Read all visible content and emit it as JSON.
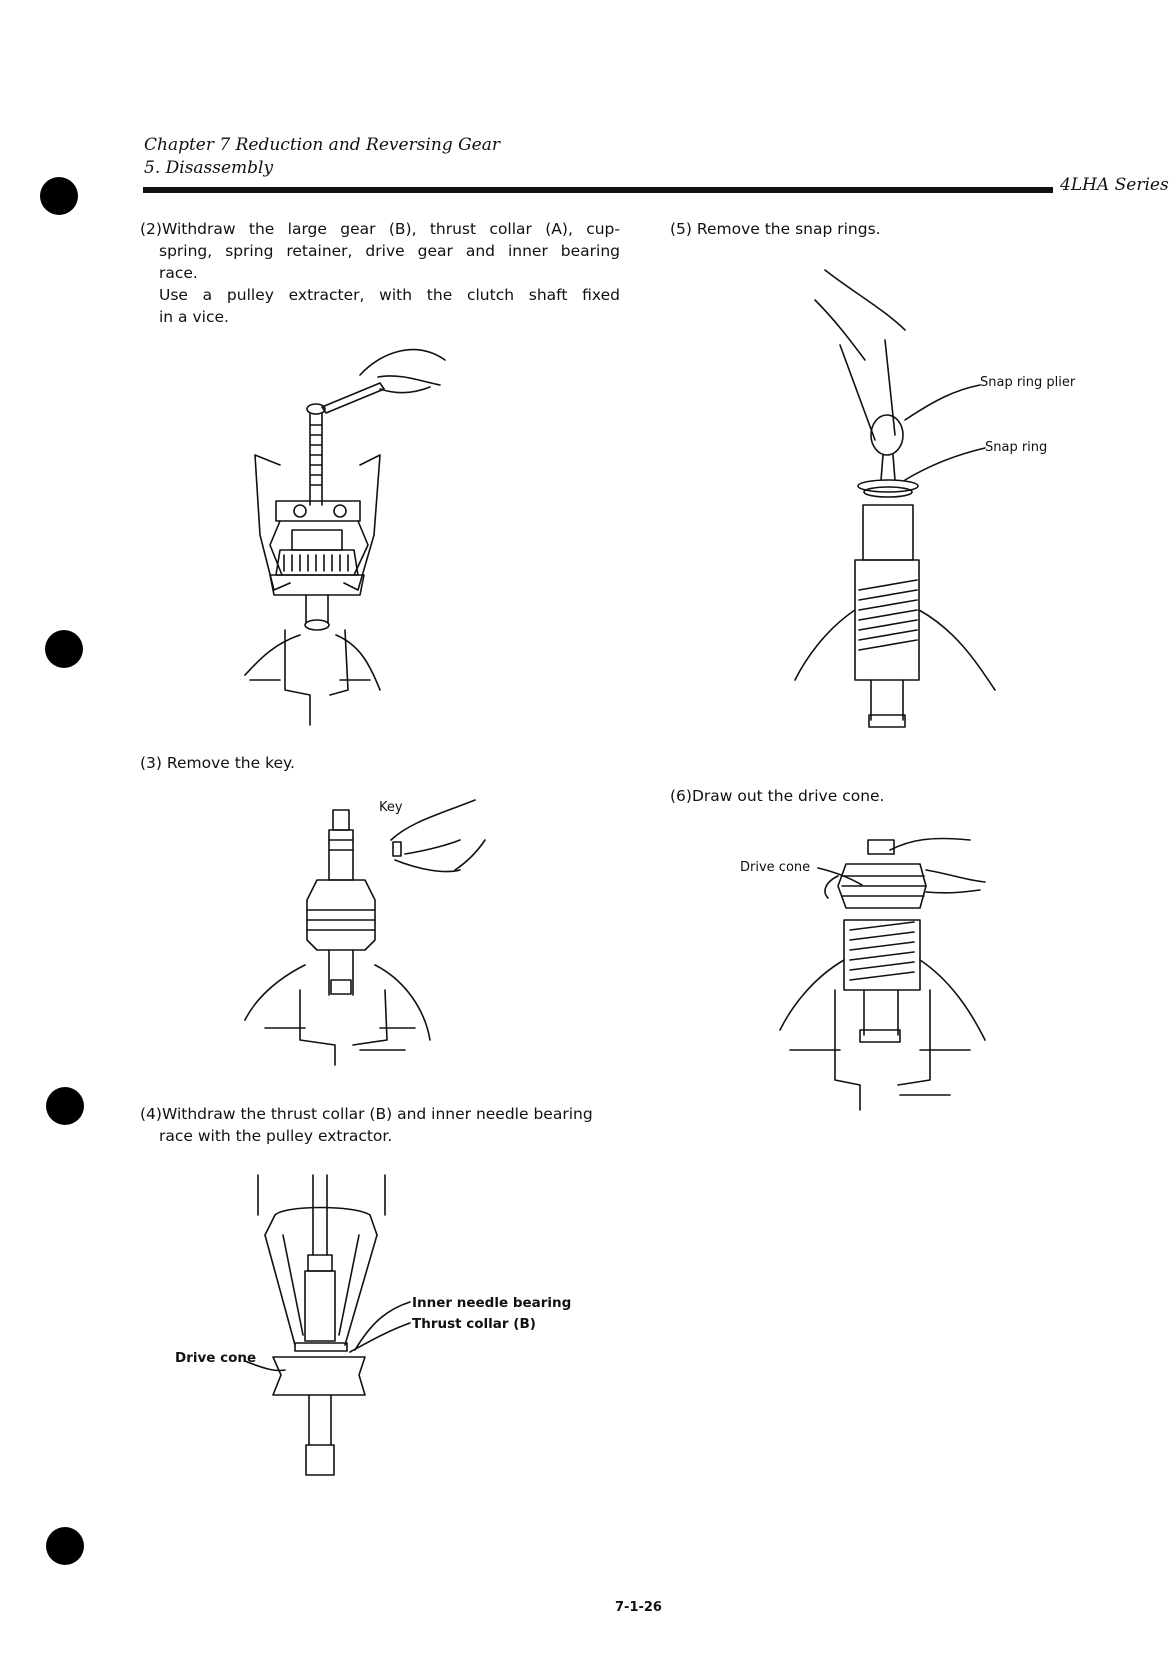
{
  "header": {
    "chapter": "Chapter 7 Reduction and Reversing Gear",
    "section": "5. Disassembly",
    "series": "4LHA Series"
  },
  "steps": [
    {
      "id": "step2",
      "lines": [
        "(2)Withdraw the large gear (B), thrust collar (A), cup-",
        "spring, spring retainer, drive gear and inner bearing",
        "race.",
        "Use a pulley extracter, with the clutch shaft fixed",
        "in a vice."
      ]
    },
    {
      "id": "step3",
      "lines": [
        "(3) Remove the key."
      ]
    },
    {
      "id": "step4",
      "lines": [
        "(4)Withdraw the thrust collar (B) and inner needle bearing",
        "race with the pulley extractor."
      ]
    },
    {
      "id": "step5",
      "lines": [
        "(5) Remove the snap rings."
      ]
    },
    {
      "id": "step6",
      "lines": [
        "(6)Draw out the drive cone."
      ]
    }
  ],
  "figure_labels": {
    "key": "Key",
    "inner_needle_bearing": "Inner needle bearing",
    "thrust_collar_b": "Thrust collar (B)",
    "drive_cone_fig4": "Drive cone",
    "snap_ring_plier": "Snap ring plier",
    "snap_ring": "Snap ring",
    "drive_cone_fig6": "Drive cone"
  },
  "footer": {
    "page_number": "7-1-26"
  }
}
